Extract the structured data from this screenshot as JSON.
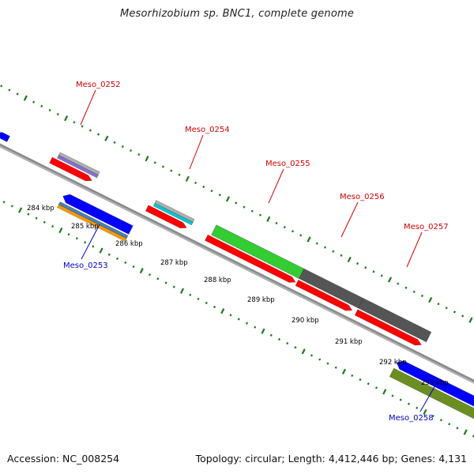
{
  "title": "Mesorhizobium sp. BNC1, complete genome",
  "footer": {
    "accession": "Accession: NC_008254",
    "summary": "Topology: circular; Length: 4,412,446 bp; Genes: 4,131"
  },
  "scale_labels": [
    "284 kbp",
    "285 kbp",
    "286 kbp",
    "287 kbp",
    "288 kbp",
    "289 kbp",
    "290 kbp",
    "291 kbp",
    "292 kbp",
    "293 kbp"
  ],
  "gene_labels": [
    {
      "text": "Meso_0252",
      "strand": "forward"
    },
    {
      "text": "Meso_0253",
      "strand": "reverse"
    },
    {
      "text": "Meso_0254",
      "strand": "forward"
    },
    {
      "text": "Meso_0255",
      "strand": "forward"
    },
    {
      "text": "Meso_0256",
      "strand": "forward"
    },
    {
      "text": "Meso_0257",
      "strand": "forward"
    },
    {
      "text": "Meso_0258",
      "strand": "reverse"
    }
  ],
  "colors": {
    "backbone": "#8a8a8a",
    "tick": "#1a7a1a",
    "cds": "#ff0000",
    "gene": "#e00000",
    "reverse_gene": "#0000ff",
    "green_feature": "#33cc33",
    "dark_feature": "#555555",
    "orange_feature": "#ff9900",
    "olive_feature": "#6b8e23",
    "cyan_feature": "#00c8d2",
    "purple_feature": "#8a6fd0",
    "steel_feature": "#4682b4",
    "gray_feature": "#b0b0b0"
  }
}
